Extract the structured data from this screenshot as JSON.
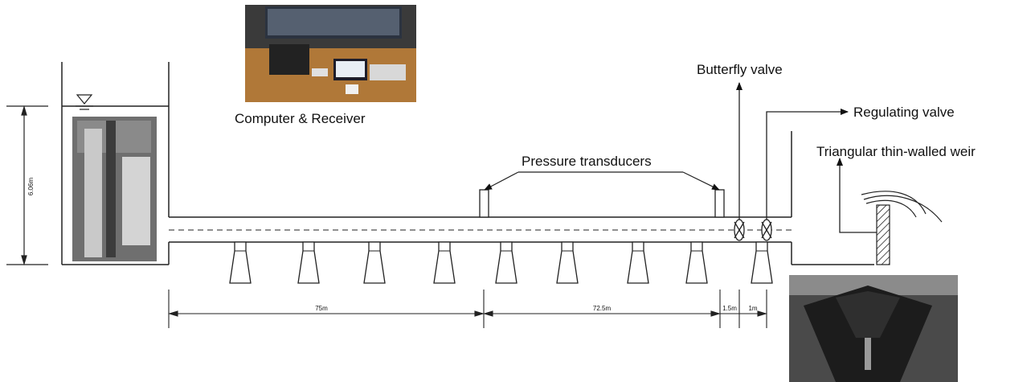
{
  "labels": {
    "computer_receiver": "Computer & Receiver",
    "pressure_transducers": "Pressure transducers",
    "butterfly_valve": "Butterfly valve",
    "regulating_valve": "Regulating valve",
    "weir": "Triangular thin-walled weir",
    "tank_height": "6.06m"
  },
  "dimensions": {
    "seg1": "75m",
    "seg2": "72.5m",
    "seg3": "1.5m",
    "seg4": "1m"
  },
  "supports": {
    "count": 9
  },
  "photos": {
    "computer": "photo of laptop, receiver and field equipment on a table",
    "tank": "photo of the vertical water tank inside the laboratory",
    "weir": "photo of the triangular thin-walled weir channel"
  },
  "colors": {
    "line": "#222222",
    "photo_dark": "#2a2a2a",
    "photo_table": "#b07838"
  }
}
